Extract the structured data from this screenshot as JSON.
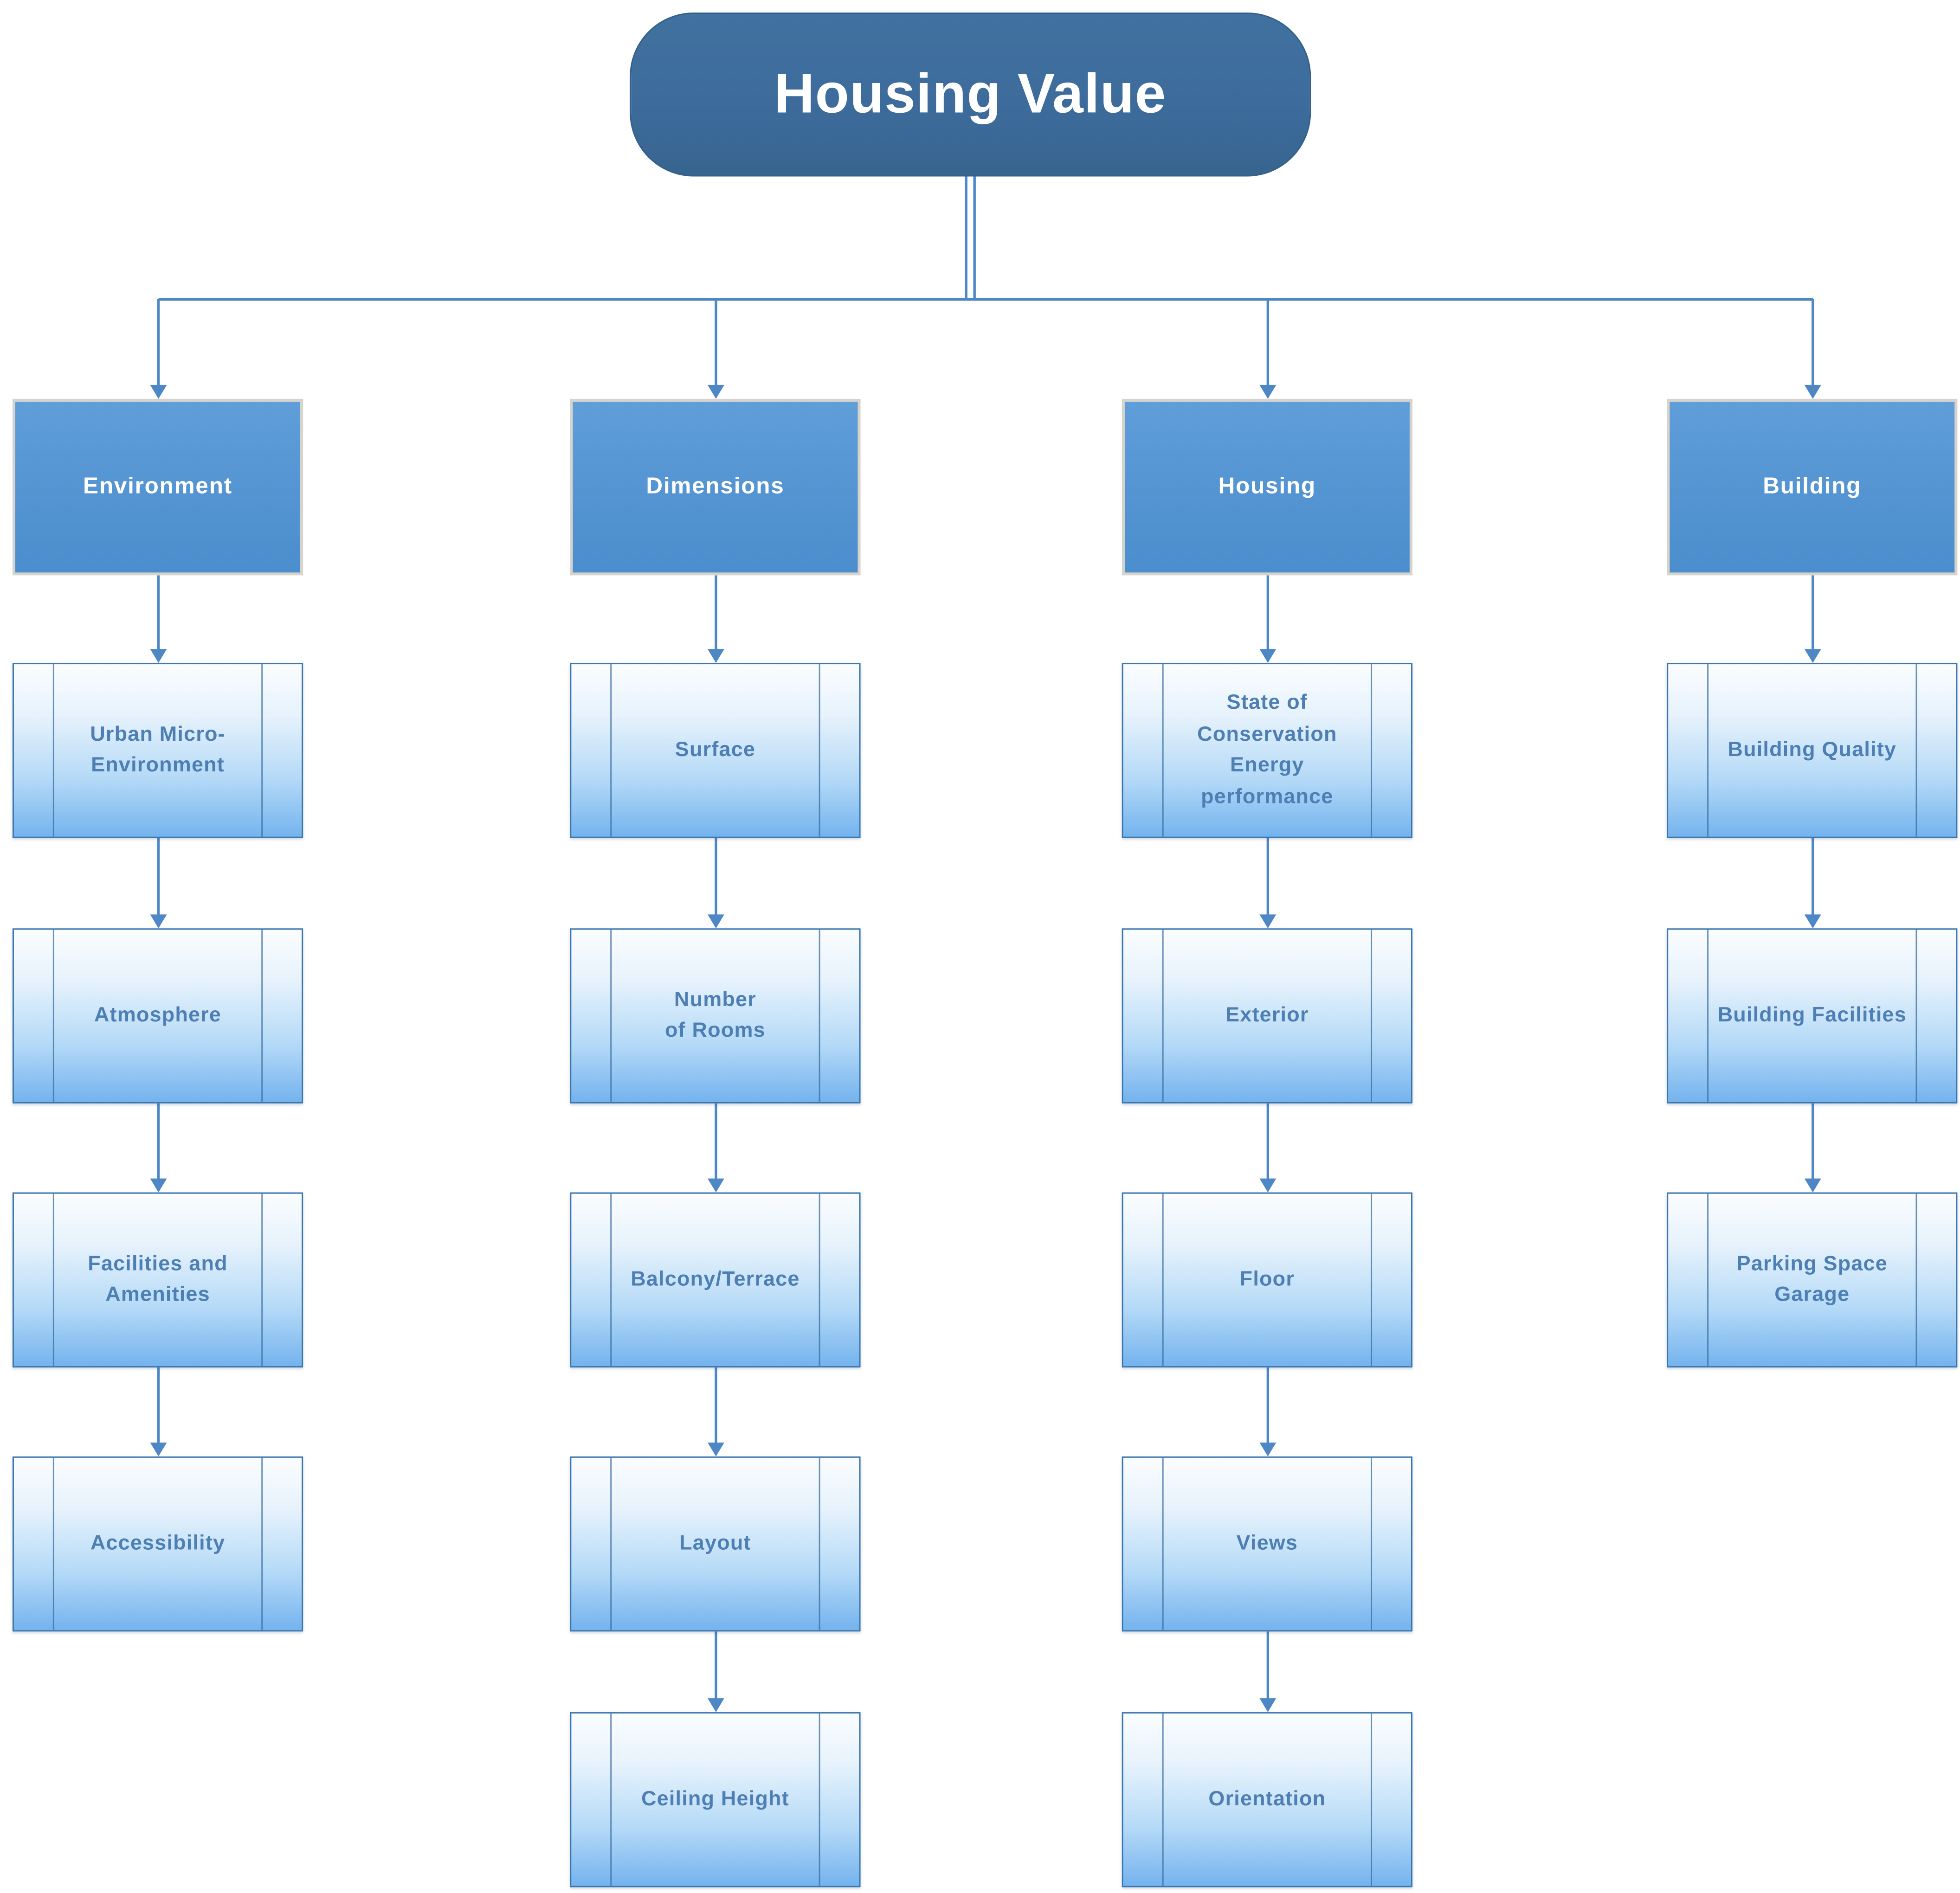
{
  "title": {
    "label": "Housing Value"
  },
  "columns": [
    {
      "header": "Environment",
      "children": [
        "Urban Micro-\nEnvironment",
        "Atmosphere",
        "Facilities and\nAmenities",
        "Accessibility"
      ]
    },
    {
      "header": "Dimensions",
      "children": [
        "Surface",
        "Number\nof Rooms",
        "Balcony/Terrace",
        "Layout",
        "Ceiling Height"
      ]
    },
    {
      "header": "Housing",
      "children": [
        "State of\nConservation\nEnergy\nperformance",
        "Exterior",
        "Floor",
        "Views",
        "Orientation"
      ]
    },
    {
      "header": "Building",
      "children": [
        "Building Quality",
        "Building Facilities",
        "Parking Space\nGarage"
      ]
    }
  ],
  "colors": {
    "title_fill": "#3d6c9c",
    "header_fill": "#5393d1",
    "header_border": "#d6d3cc",
    "node_border": "#3b76ae",
    "node_text": "#4d7fb5",
    "connector": "#4e87c6",
    "node_gradient_top": "#fbfdff",
    "node_gradient_bottom": "#74b3ee"
  }
}
